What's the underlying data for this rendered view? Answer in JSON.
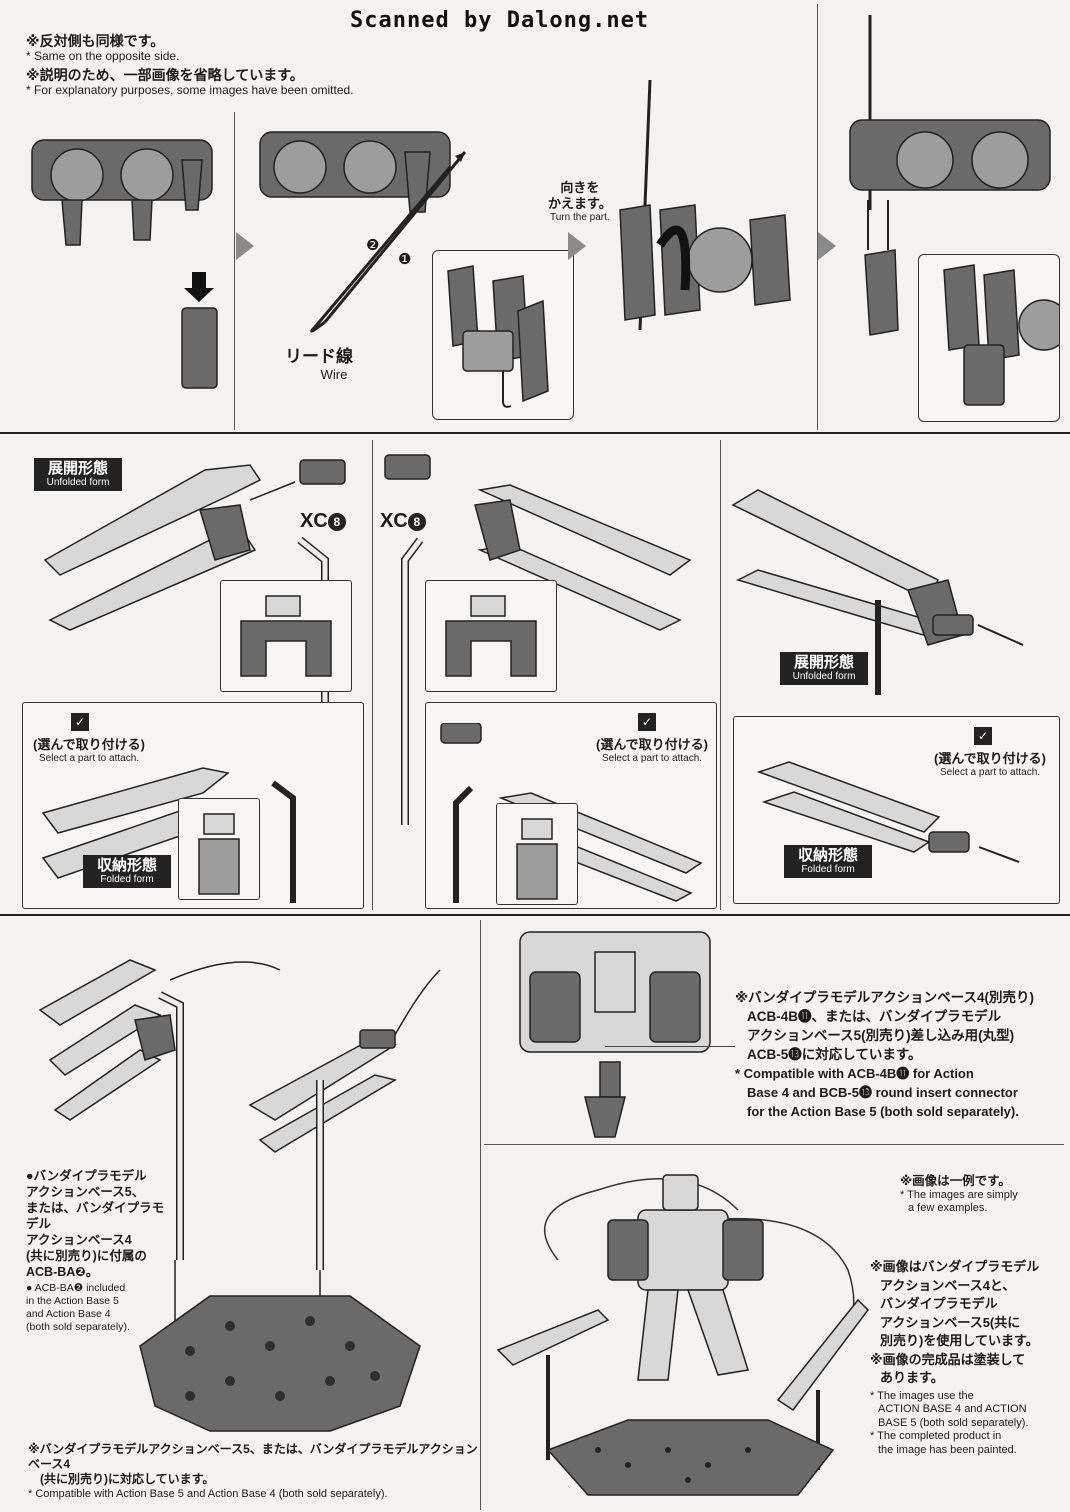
{
  "watermark": "Scanned by Dalong.net",
  "header": {
    "jp_same_side": "※反対側も同様です。",
    "en_same_side": "* Same on the opposite side.",
    "jp_omitted": "※説明のため、一部画像を省略しています。",
    "en_omitted": "* For explanatory purposes, some images have been omitted."
  },
  "step1": {
    "wire_jp": "リード線",
    "wire_en": "Wire",
    "turn_jp_1": "向きを",
    "turn_jp_2": "かえます。",
    "turn_en": "Turn the part.",
    "num1": "❶",
    "num2": "❷"
  },
  "step2": {
    "unfolded_jp": "展開形態",
    "unfolded_en": "Unfolded form",
    "folded_jp": "収納形態",
    "folded_en": "Folded form",
    "select_jp": "(選んで取り付ける)",
    "select_en": "Select a part to attach.",
    "xc_label": "XC",
    "xc_num": "8"
  },
  "step3": {
    "acb_note": {
      "jp_1": "●バンダイプラモデル",
      "jp_2": "アクションベース5、",
      "jp_3": "または、バンダイプラモデル",
      "jp_4": "アクションベース4",
      "jp_5": "(共に別売り)に付属の",
      "jp_6": "ACB-BA❷。",
      "en_1": "● ACB-BA❷ included",
      "en_2": "in the Action Base 5",
      "en_3": "and Action Base 4",
      "en_4": "(both sold separately)."
    },
    "bottom_note": {
      "jp_1": "※バンダイプラモデルアクションベース5、または、バンダイプラモデルアクションベース4",
      "jp_2": "(共に別売り)に対応しています。",
      "en": "* Compatible with Action Base 5 and Action Base 4 (both sold separately)."
    },
    "compat_note": {
      "jp_1": "※バンダイプラモデルアクションベース4(別売り)",
      "jp_2": "ACB-4B⓫、または、バンダイプラモデル",
      "jp_3": "アクションベース5(別売り)差し込み用(丸型)",
      "jp_4": "ACB-5⓭に対応しています。",
      "en_1": "* Compatible with ACB-4B⓫ for Action",
      "en_2": "Base 4 and BCB-5⓭ round insert connector",
      "en_3": "for the Action Base 5 (both sold separately)."
    },
    "example_note": {
      "jp": "※画像は一例です。",
      "en_1": "* The images are simply",
      "en_2": "a few examples."
    },
    "image_note": {
      "jp_1": "※画像はバンダイプラモデル",
      "jp_2": "アクションベース4と、",
      "jp_3": "バンダイプラモデル",
      "jp_4": "アクションベース5(共に",
      "jp_5": "別売り)を使用しています。",
      "jp_6": "※画像の完成品は塗装して",
      "jp_7": "あります。",
      "en_1": "* The images use the",
      "en_2": "ACTION BASE 4 and ACTION",
      "en_3": "BASE 5 (both sold separately).",
      "en_4": "* The completed product in",
      "en_5": "the image has been painted."
    }
  }
}
